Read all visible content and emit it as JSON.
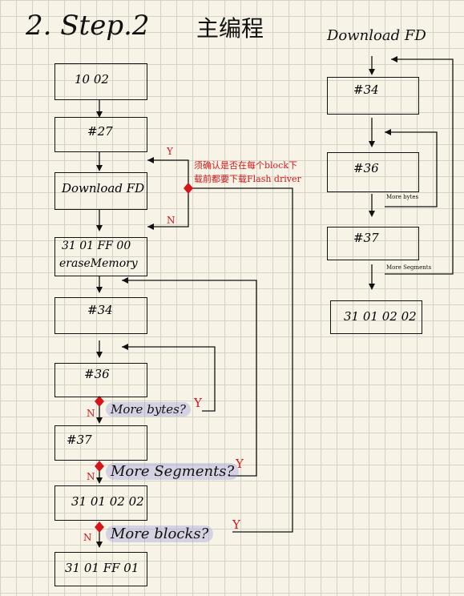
{
  "title": {
    "step": "2. Step.2",
    "cn": "主编程"
  },
  "left_flow": {
    "box1": "10 02",
    "box2": "#27",
    "box3": "Download FD",
    "box4_line1": "31 01 FF 00",
    "box4_line2": "eraseMemory",
    "box5": "#34",
    "box6": "#36",
    "box7": "#37",
    "box8": "31 01 02 02",
    "box9": "31 01 FF 01"
  },
  "notes": {
    "line1": "须确认是否在每个block下",
    "line2": "载前都要下载Flash driver"
  },
  "decisions": {
    "bytes": "More bytes?",
    "segments": "More Segments?",
    "blocks": "More blocks?",
    "yes": "Y",
    "no": "N"
  },
  "right_flow": {
    "header": "Download FD",
    "box1": "#34",
    "box2": "#36",
    "box3": "#37",
    "box4": "31 01 02 02",
    "note_bytes": "More bytes",
    "note_segments": "More Segments"
  }
}
